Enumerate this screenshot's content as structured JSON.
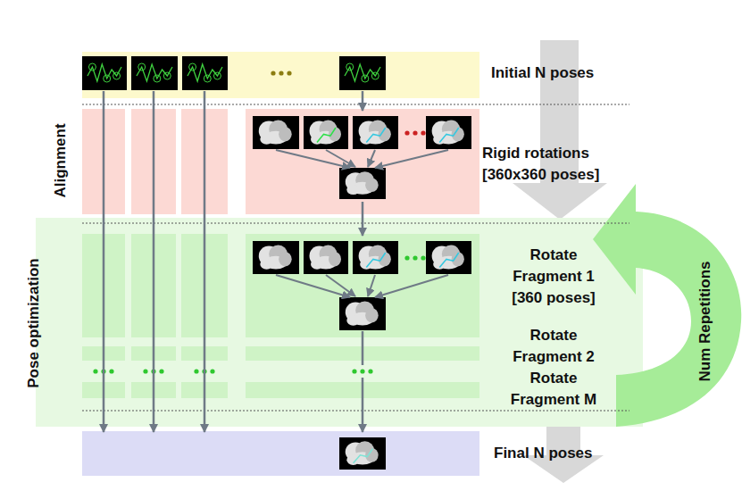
{
  "diagram": {
    "nodes": [
      {
        "text": [
          "Initial N poses"
        ]
      },
      {
        "text": [
          "Alignment",
          "Rigid rotations [360x360 poses]"
        ]
      },
      {
        "text": [
          "Pose optimization",
          "Rotate Fragment 1 [360 poses]",
          "Rotate Fragment 2",
          "Rotate Fragment M"
        ]
      },
      {
        "text": [
          "Final N poses"
        ]
      }
    ],
    "edges": [
      {
        "from": 0,
        "to": 1,
        "arrow": "to"
      },
      {
        "from": 1,
        "to": 2,
        "arrow": "to"
      },
      {
        "from": 2,
        "to": 3,
        "arrow": "to"
      },
      {
        "from": 0,
        "to": 3,
        "arrow": "to"
      },
      {
        "from": 0,
        "to": 3,
        "arrow": "to"
      },
      {
        "from": 0,
        "to": 3,
        "arrow": "to"
      }
    ],
    "labels": [
      "Num Repetitions"
    ]
  }
}
